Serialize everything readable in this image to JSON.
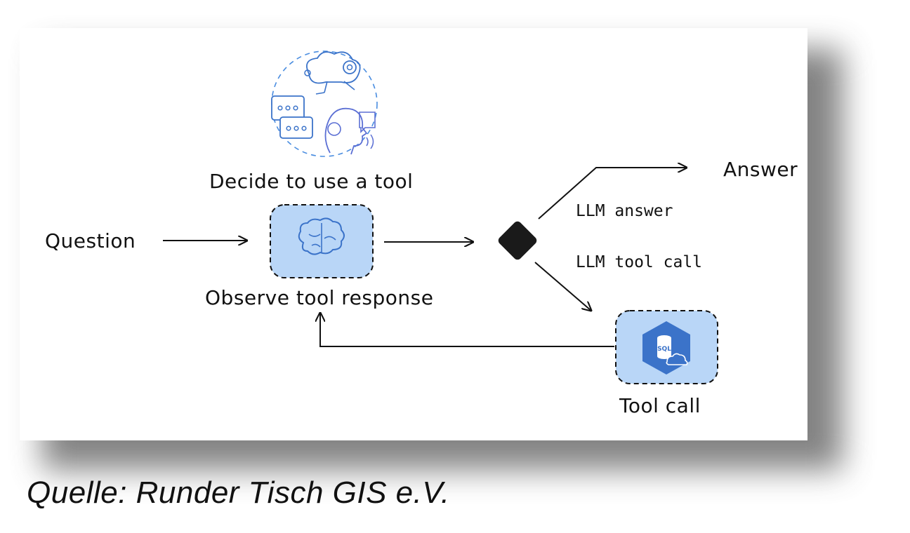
{
  "diagram": {
    "nodes": {
      "question": "Question",
      "decide": "Decide to use a tool",
      "observe": "Observe tool response",
      "answer": "Answer",
      "tool_call": "Tool call"
    },
    "edges": {
      "llm_answer": "LLM answer",
      "llm_tool_call": "LLM tool call"
    },
    "icon_text": {
      "sql": "SQL"
    }
  },
  "colors": {
    "node_fill": "#b9d6f7",
    "icon_blue": "#3b73c9",
    "ink": "#111111",
    "diamond": "#1a1a1a"
  },
  "caption": "Quelle: Runder Tisch GIS e.V."
}
